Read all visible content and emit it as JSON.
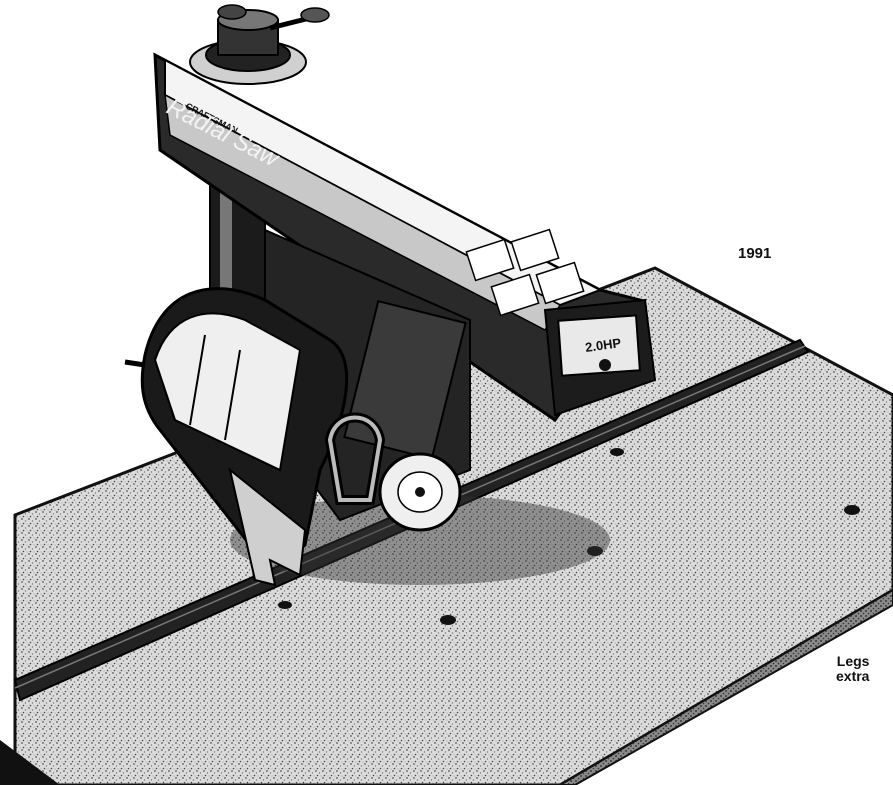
{
  "caption": {
    "year": "1991",
    "legs_line1": "Legs",
    "legs_line2": "extra"
  },
  "saw": {
    "brand_label": "CRAFTSMAN",
    "arm_label": "Radial Saw",
    "motor_label": "2.0HP"
  },
  "colors": {
    "ink": "#111111",
    "paper": "#ffffff",
    "speckle": "#9a9a9a"
  }
}
